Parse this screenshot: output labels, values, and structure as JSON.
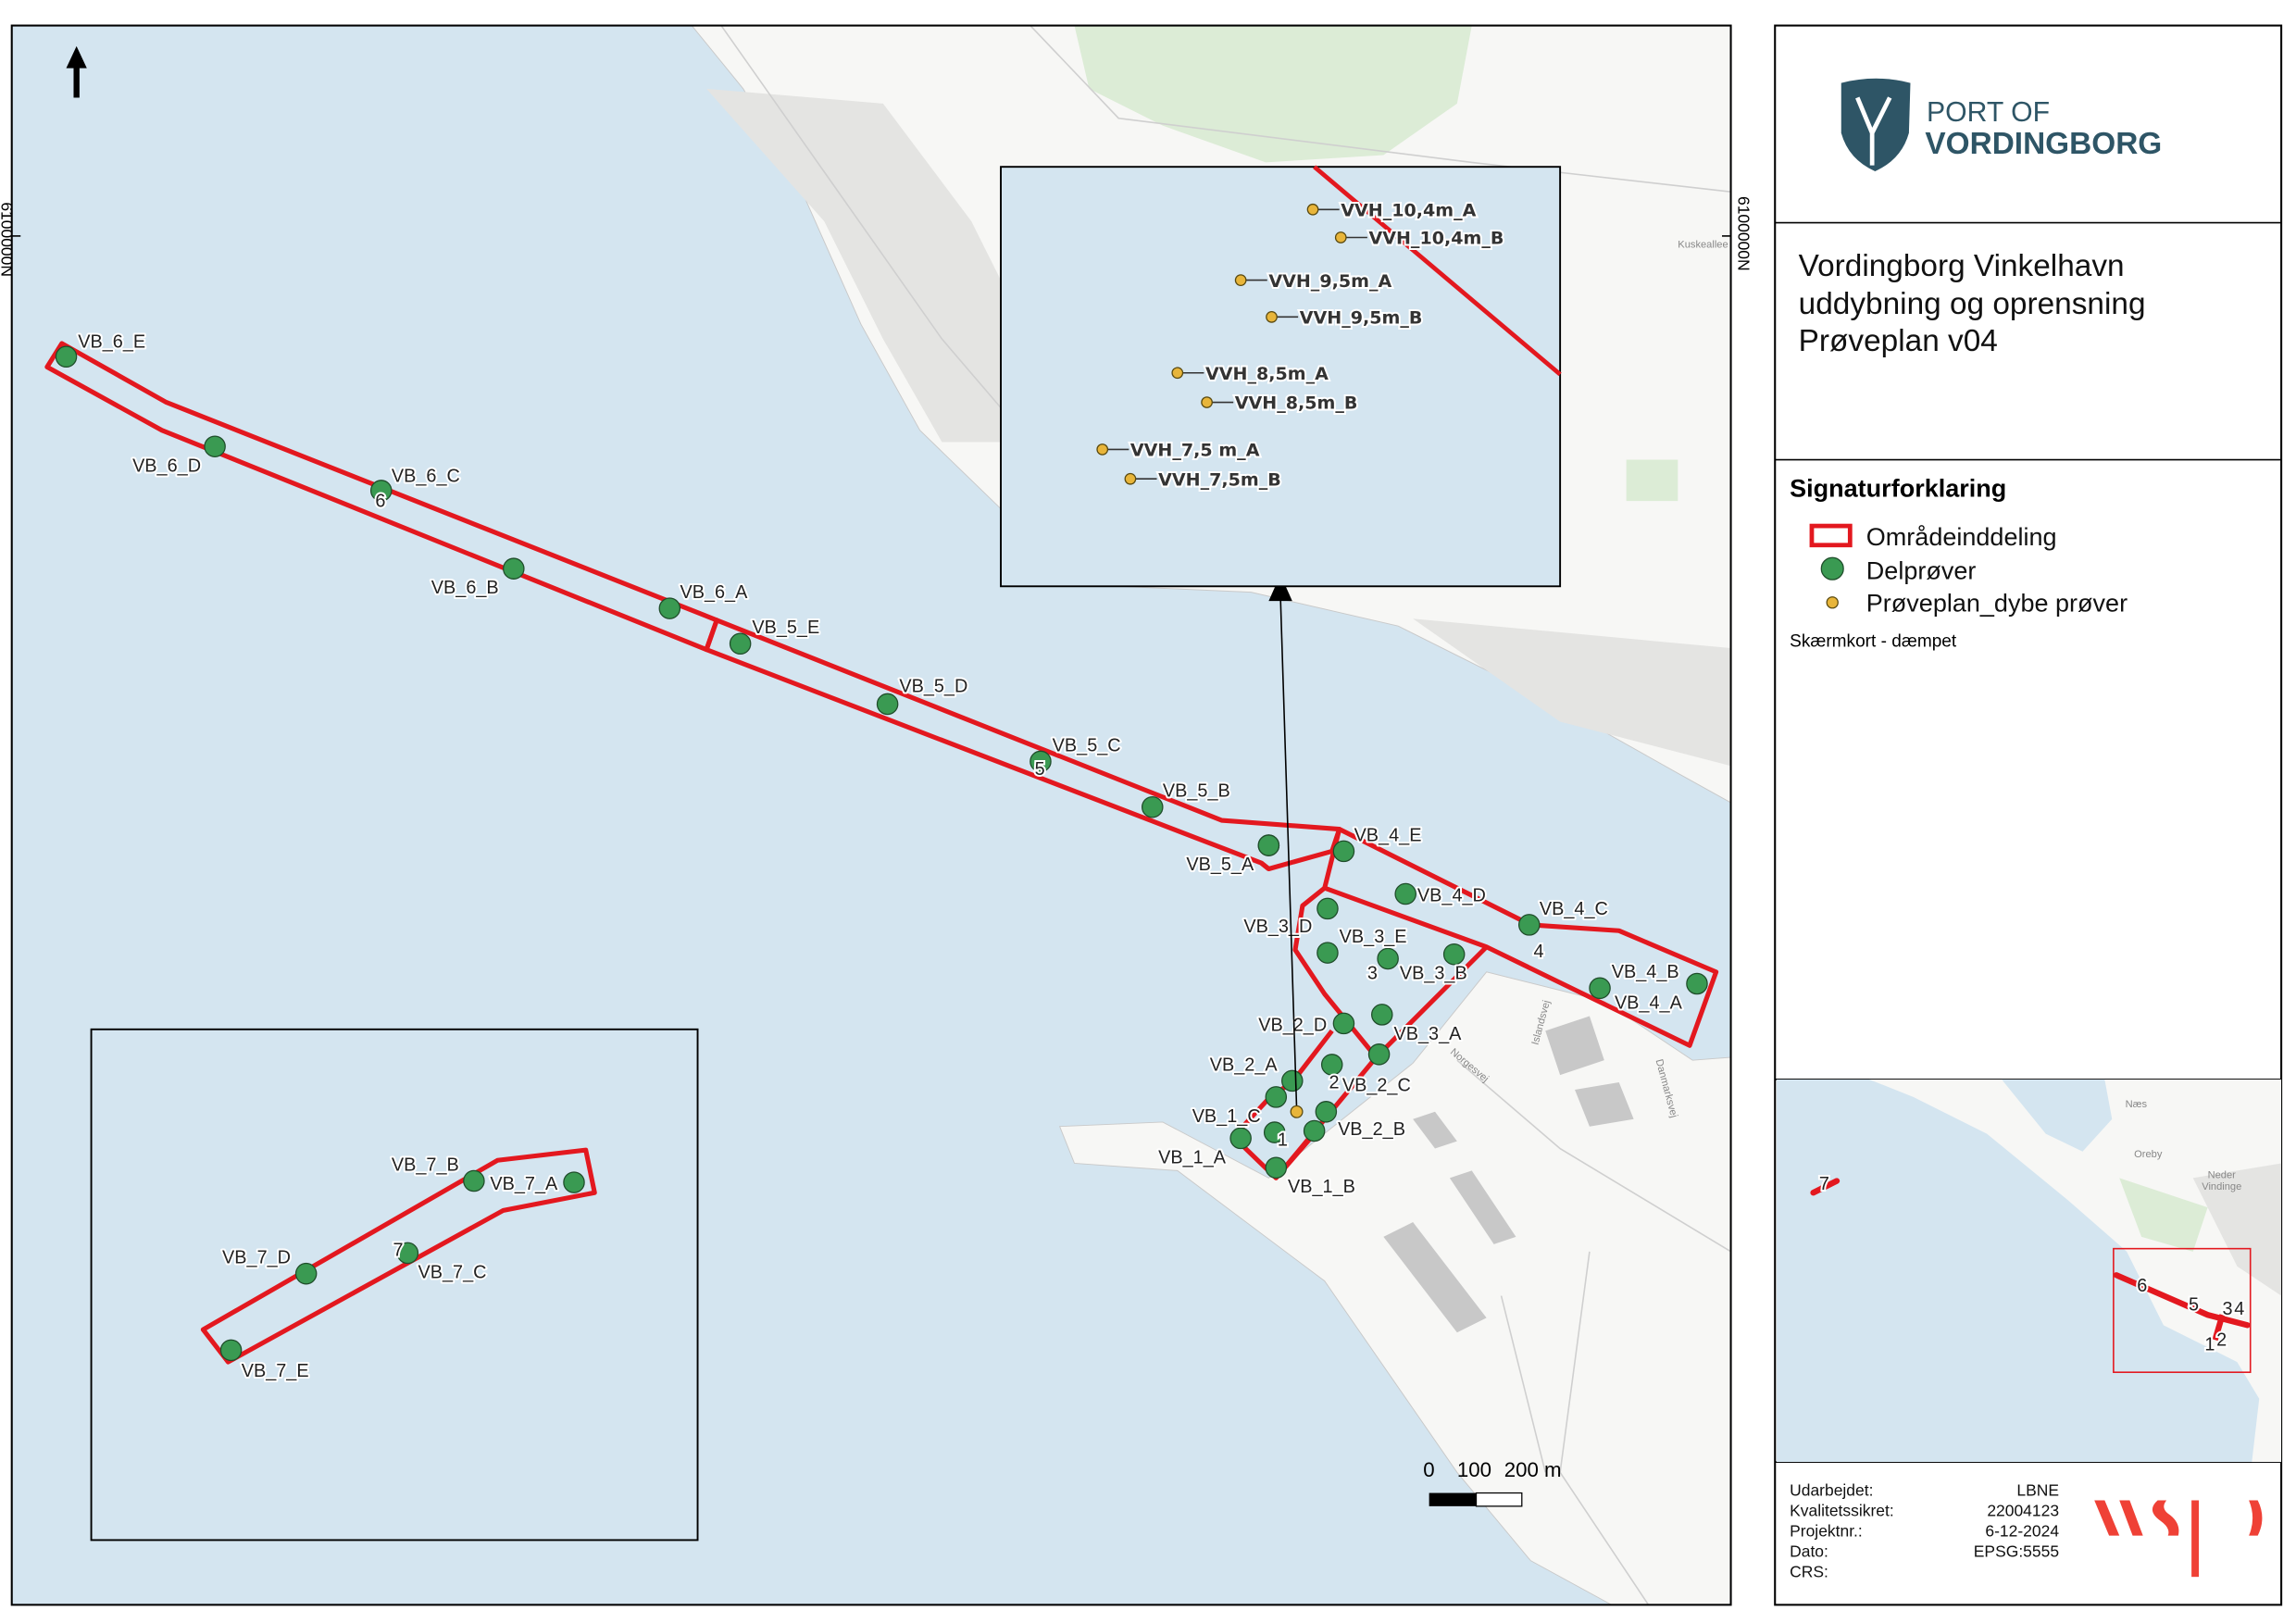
{
  "map": {
    "grid_label_left": "6100000N",
    "grid_label_right": "6100000N",
    "north_arrow": "north-arrow-icon",
    "scale_bar": {
      "labels": [
        "0",
        "100",
        "200 m"
      ]
    },
    "points": [
      {
        "name": "VB_6_E"
      },
      {
        "name": "VB_6_D"
      },
      {
        "name": "VB_6_C"
      },
      {
        "name": "VB_6_B"
      },
      {
        "name": "VB_6_A"
      },
      {
        "name": "VB_5_E"
      },
      {
        "name": "VB_5_D"
      },
      {
        "name": "VB_5_C"
      },
      {
        "name": "VB_5_B"
      },
      {
        "name": "VB_5_A"
      },
      {
        "name": "VB_4_E"
      },
      {
        "name": "VB_4_D"
      },
      {
        "name": "VB_4_C"
      },
      {
        "name": "VB_4_B"
      },
      {
        "name": "VB_4_A"
      },
      {
        "name": "VB_3_D"
      },
      {
        "name": "VB_3_E"
      },
      {
        "name": "VB_3_B"
      },
      {
        "name": "VB_3_A"
      },
      {
        "name": "VB_2_D"
      },
      {
        "name": "VB_2_A"
      },
      {
        "name": "VB_2_C"
      },
      {
        "name": "VB_2_B"
      },
      {
        "name": "VB_1_C"
      },
      {
        "name": "VB_1_A"
      },
      {
        "name": "VB_1_B"
      }
    ],
    "area_numbers": [
      "1",
      "2",
      "3",
      "4",
      "5",
      "6"
    ],
    "street_names": [
      "Norgesvej",
      "Islandsvej",
      "Danmarksvej",
      "Kuskeallee"
    ],
    "inset_west": {
      "points": [
        {
          "name": "VB_7_B"
        },
        {
          "name": "VB_7_A"
        },
        {
          "name": "VB_7_C"
        },
        {
          "name": "VB_7_D"
        },
        {
          "name": "VB_7_E"
        }
      ],
      "area_number": "7"
    },
    "inset_deep": {
      "points": [
        {
          "name": "VVH_10,4m_A"
        },
        {
          "name": "VVH_10,4m_B"
        },
        {
          "name": "VVH_9,5m_A"
        },
        {
          "name": "VVH_9,5m_B"
        },
        {
          "name": "VVH_8,5m_A"
        },
        {
          "name": "VVH_8,5m_B"
        },
        {
          "name": "VVH_7,5 m_A"
        },
        {
          "name": "VVH_7,5m_B"
        }
      ]
    }
  },
  "panel": {
    "logo": {
      "line1": "PORT OF",
      "line2": "VORDINGBORG"
    },
    "title_lines": [
      "Vordingborg Vinkelhavn",
      "uddybning og oprensning",
      "Prøveplan v04"
    ],
    "legend": {
      "heading": "Signaturforklaring",
      "items": [
        {
          "label": "Områdeinddeling",
          "color": "#e3181f"
        },
        {
          "label": "Delprøver",
          "color": "#3a9a52"
        },
        {
          "label": "Prøveplan_dybe prøver",
          "color": "#e8b53a"
        }
      ],
      "basemap": "Skærmkort - dæmpet"
    },
    "overview": {
      "places": [
        "Næs",
        "Oreby",
        "Neder",
        "Vindinge"
      ],
      "area_numbers": [
        "7",
        "6",
        "5",
        "3",
        "4",
        "1",
        "2"
      ]
    },
    "footer": {
      "rows": [
        {
          "label": "Udarbejdet:",
          "value": "LBNE"
        },
        {
          "label": "Kvalitetssikret:",
          "value": "22004123"
        },
        {
          "label": "Projektnr.:",
          "value": "6-12-2024"
        },
        {
          "label": "Dato:",
          "value": "EPSG:5555"
        },
        {
          "label": "CRS:",
          "value": ""
        }
      ],
      "company_logo": "wsp"
    }
  }
}
